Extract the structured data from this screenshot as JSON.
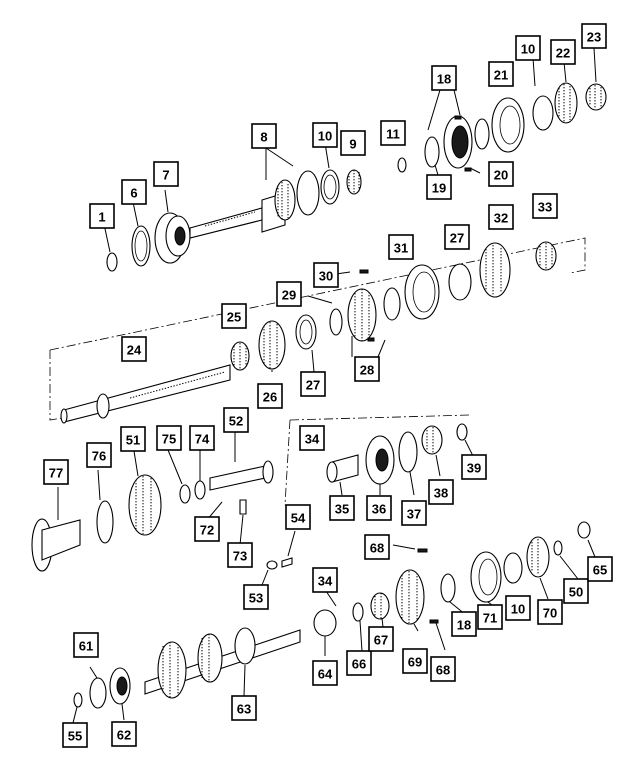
{
  "labels": [
    "1",
    "6",
    "7",
    "8",
    "10",
    "9",
    "11",
    "18",
    "19",
    "20",
    "21",
    "10",
    "22",
    "23",
    "24",
    "25",
    "26",
    "27",
    "28",
    "29",
    "30",
    "31",
    "27",
    "32",
    "33",
    "77",
    "76",
    "51",
    "75",
    "74",
    "52",
    "72",
    "73",
    "34",
    "35",
    "36",
    "37",
    "38",
    "39",
    "54",
    "53",
    "68",
    "34",
    "64",
    "66",
    "67",
    "69",
    "68",
    "18",
    "71",
    "10",
    "70",
    "50",
    "65",
    "61",
    "55",
    "62",
    "63"
  ]
}
